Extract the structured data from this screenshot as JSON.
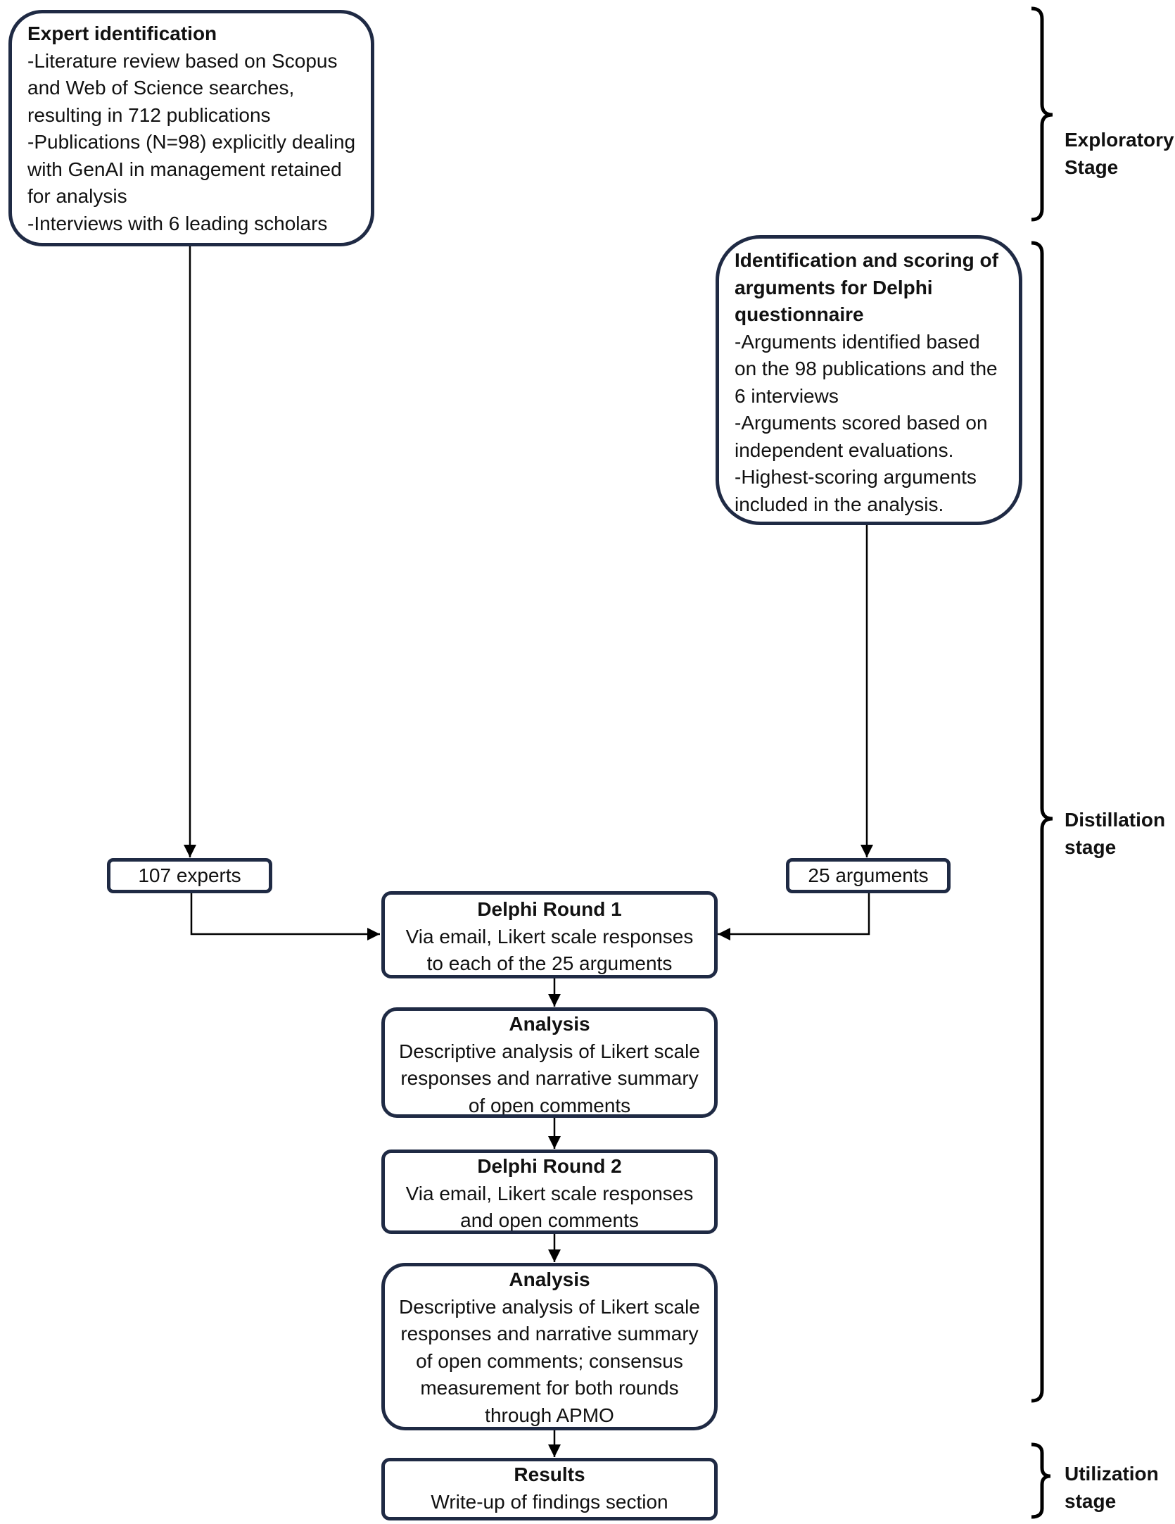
{
  "boxes": {
    "expert_identification": {
      "title": "Expert identification",
      "lines": [
        "-Literature review based on Scopus",
        "and Web of Science searches,",
        "resulting in 712 publications",
        "-Publications (N=98) explicitly dealing",
        "with GenAI in management retained",
        "for analysis",
        "-Interviews with 6 leading scholars"
      ]
    },
    "argument_identification": {
      "title_lines": [
        "Identification and scoring of",
        "arguments for Delphi",
        "questionnaire"
      ],
      "lines": [
        "-Arguments identified based",
        "on the 98 publications and the",
        "6 interviews",
        "-Arguments scored based on",
        "independent evaluations.",
        "-Highest-scoring arguments",
        "included in the analysis."
      ]
    },
    "experts_count": {
      "label": "107 experts"
    },
    "arguments_count": {
      "label": "25 arguments"
    },
    "delphi_round_1": {
      "title": "Delphi Round 1",
      "lines": [
        "Via email, Likert scale responses",
        "to each of the 25 arguments"
      ]
    },
    "analysis_1": {
      "title": "Analysis",
      "lines": [
        "Descriptive analysis of Likert scale",
        "responses and narrative summary",
        "of open comments"
      ]
    },
    "delphi_round_2": {
      "title": "Delphi Round 2",
      "lines": [
        "Via email, Likert scale responses",
        "and open comments"
      ]
    },
    "analysis_2": {
      "title": "Analysis",
      "lines": [
        "Descriptive analysis of Likert scale",
        "responses and narrative summary",
        "of open comments; consensus",
        "measurement for both rounds",
        "through APMO"
      ]
    },
    "results": {
      "title": "Results",
      "lines": [
        "Write-up of findings section"
      ]
    }
  },
  "stages": {
    "exploratory": [
      "Exploratory",
      "Stage"
    ],
    "distillation": [
      "Distillation",
      "stage"
    ],
    "utilization": [
      "Utilization",
      "stage"
    ]
  },
  "colors": {
    "box_border": "#1f2a44",
    "text": "#111111",
    "connector": "#000000"
  }
}
